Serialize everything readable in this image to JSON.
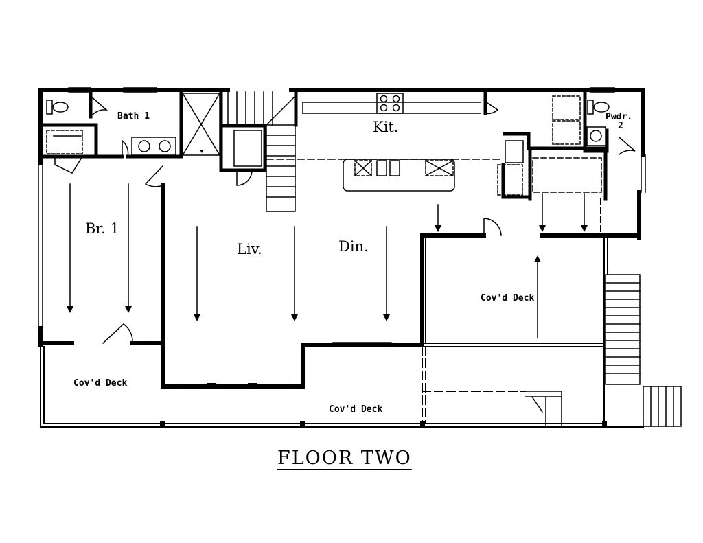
{
  "drawing": {
    "title": "FLOOR TWO"
  },
  "rooms": {
    "bath1": "Bath 1",
    "br1": "Br. 1",
    "kit": "Kit.",
    "liv": "Liv.",
    "din": "Din.",
    "pwdr_line1": "Pwdr.",
    "pwdr_line2": "2",
    "covd_deck_right": "Cov'd Deck",
    "covd_deck_left": "Cov'd Deck",
    "covd_deck_bottom": "Cov'd Deck"
  },
  "colors": {
    "wall": "#000000",
    "background": "#ffffff"
  }
}
